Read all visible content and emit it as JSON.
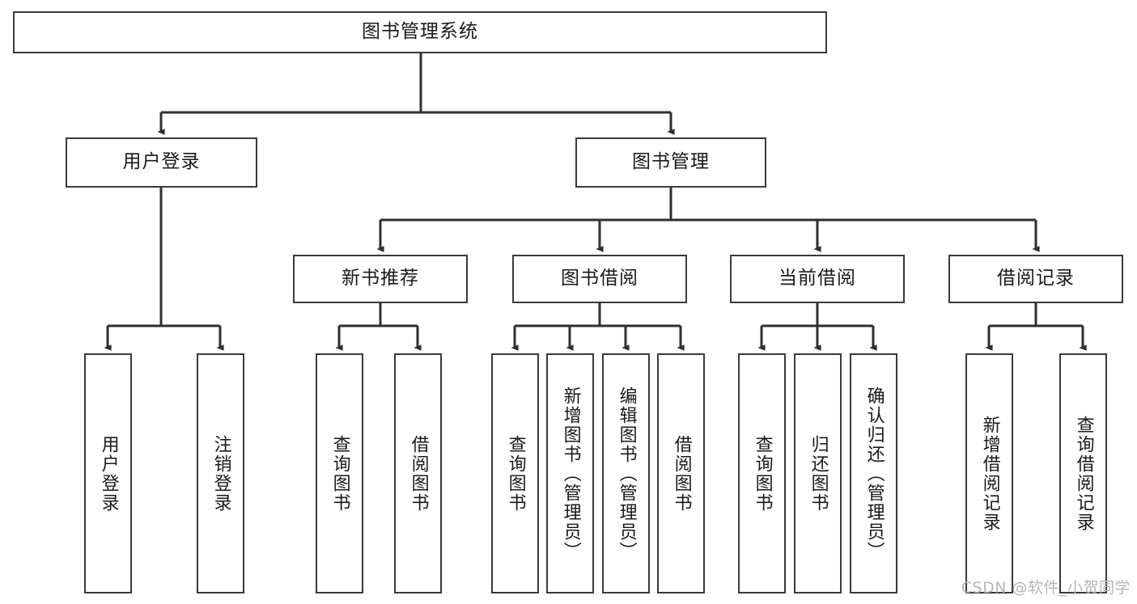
{
  "diagram": {
    "title": "图书管理系统",
    "type": "tree-hierarchy-diagram",
    "root": {
      "id": "root",
      "label": "图书管理系统"
    },
    "level2": [
      {
        "id": "user-login",
        "label": "用户登录"
      },
      {
        "id": "book-management",
        "label": "图书管理"
      }
    ],
    "level3": [
      {
        "id": "new-book-recommend",
        "label": "新书推荐",
        "parent": "book-management"
      },
      {
        "id": "book-borrow",
        "label": "图书借阅",
        "parent": "book-management"
      },
      {
        "id": "current-borrow",
        "label": "当前借阅",
        "parent": "book-management"
      },
      {
        "id": "borrow-record",
        "label": "借阅记录",
        "parent": "book-management"
      }
    ],
    "leaves": [
      {
        "id": "leaf-user-login",
        "label": "用户登录",
        "parent": "user-login"
      },
      {
        "id": "leaf-logout",
        "label": "注销登录",
        "parent": "user-login"
      },
      {
        "id": "leaf-query-book-1",
        "label": "查询图书",
        "parent": "new-book-recommend"
      },
      {
        "id": "leaf-borrow-book-1",
        "label": "借阅图书",
        "parent": "new-book-recommend"
      },
      {
        "id": "leaf-query-book-2",
        "label": "查询图书",
        "parent": "book-borrow"
      },
      {
        "id": "leaf-add-book",
        "label": "新增图书（管理员）",
        "parent": "book-borrow"
      },
      {
        "id": "leaf-edit-book",
        "label": "编辑图书（管理员）",
        "parent": "book-borrow"
      },
      {
        "id": "leaf-borrow-book-2",
        "label": "借阅图书",
        "parent": "book-borrow"
      },
      {
        "id": "leaf-query-book-3",
        "label": "查询图书",
        "parent": "current-borrow"
      },
      {
        "id": "leaf-return-book",
        "label": "归还图书",
        "parent": "current-borrow"
      },
      {
        "id": "leaf-confirm-return",
        "label": "确认归还（管理员）",
        "parent": "current-borrow"
      },
      {
        "id": "leaf-add-record",
        "label": "新增借阅记录",
        "parent": "borrow-record"
      },
      {
        "id": "leaf-query-record",
        "label": "查询借阅记录",
        "parent": "borrow-record"
      }
    ]
  },
  "watermark": {
    "text": "CSDN @软件_小贺同学"
  },
  "colors": {
    "box_border": "#3a3a3a",
    "box_fill": "#ffffff",
    "connector": "#2f2f2f",
    "text": "#1a1a1a",
    "watermark": "#b6b6b6",
    "background": "#ffffff"
  }
}
